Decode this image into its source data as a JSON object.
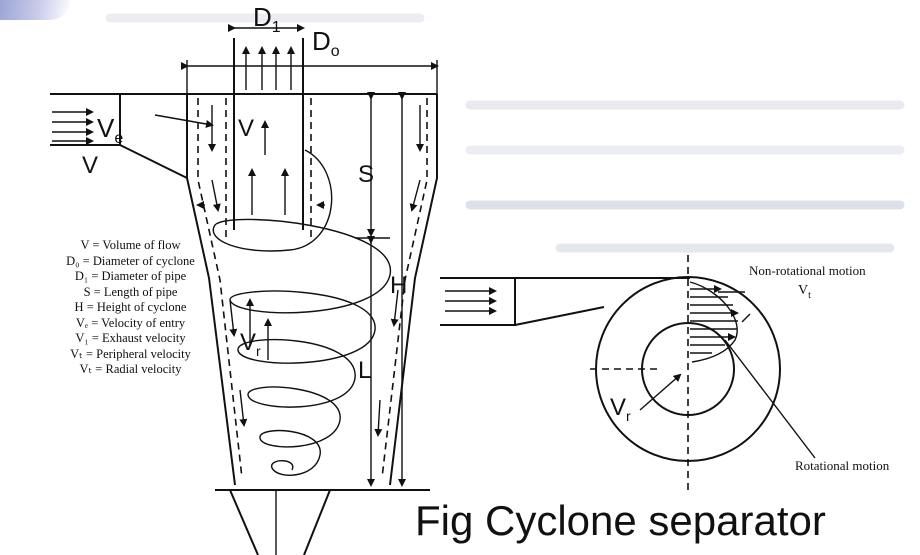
{
  "labels": {
    "d1": "D",
    "d1_sub": "1",
    "d0": "D",
    "d0_sub": "o",
    "ve": "V",
    "ve_sub": "e",
    "v_upper": "V",
    "v_inlet": "V",
    "vr_left": "V",
    "vr_left_sub": "r",
    "s": "S",
    "h": "H",
    "l": "L",
    "vr_right": "V",
    "vr_right_sub": "r",
    "non_rotational": "Non-rotational motion",
    "vt": "V",
    "vt_sub": "t",
    "rotational": "Rotational motion"
  },
  "legend": [
    "V = Volume of flow",
    "D₀ =  Diameter of cyclone",
    "D₁ = Diameter of pipe",
    "S = Length of pipe",
    "H = Height of cyclone",
    "Vₑ = Velocity of entry",
    "V₁ = Exhaust velocity",
    "Vₜ  = Peripheral velocity",
    "Vₜ  = Radial velocity"
  ],
  "caption": "Fig Cyclone separator",
  "colors": {
    "ink": "#111111",
    "tab": "#9aa4d6",
    "ghost": "#d9dde6"
  }
}
